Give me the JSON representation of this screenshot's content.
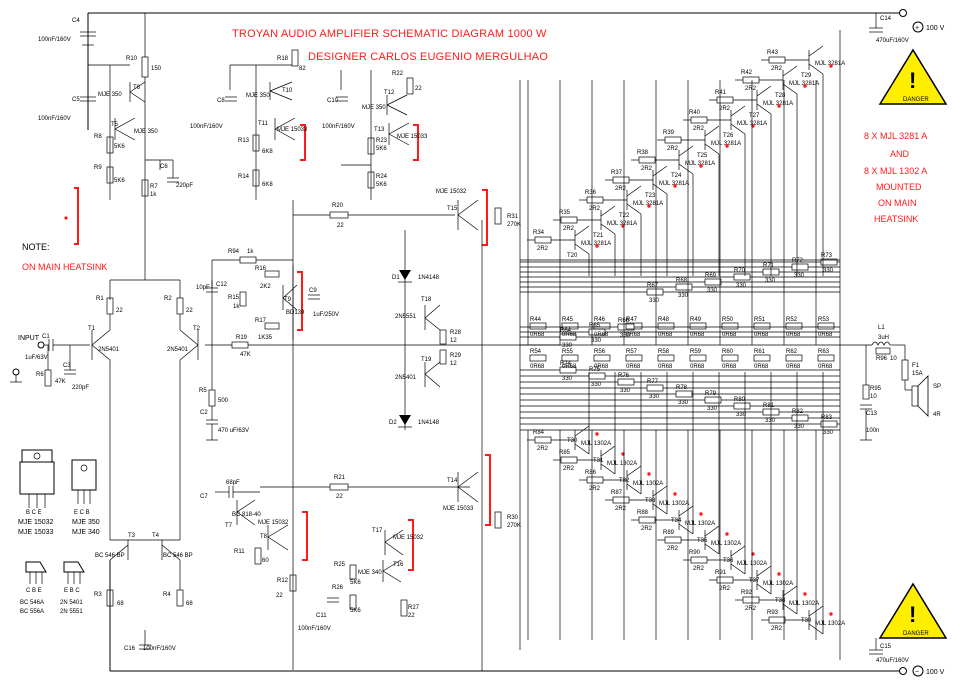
{
  "header": {
    "title": "TROYAN AUDIO AMPLIFIER  SCHEMATIC DIAGRAM 1000 W",
    "designer": "DESIGNER  CARLOS EUGENIO MERGULHAO"
  },
  "notes": {
    "note_label": "NOTE:",
    "note_text": "ON MAIN HEATSINK",
    "info_lines": [
      "8 X MJL 3281 A",
      "AND",
      "8 X MJL 1302 A",
      "MOUNTED",
      "ON MAIN",
      "HEATSINK"
    ],
    "danger": "DANGER"
  },
  "supply": {
    "pos": "100 V",
    "neg": "100 V",
    "pos_sign": "+",
    "neg_sign": "−"
  },
  "io": {
    "input": "INPUT",
    "speaker": "SP",
    "speaker_imp": "4R"
  },
  "parts": {
    "C4": [
      "C4",
      "100nF/160V"
    ],
    "C5": [
      "C5",
      "100nF/160V"
    ],
    "R10": [
      "R10",
      "150"
    ],
    "T6": [
      "T6",
      "MJE 350"
    ],
    "T5": [
      "T5",
      "MJE 350"
    ],
    "R8": [
      "R8",
      "5K6"
    ],
    "R9": [
      "R9",
      "5K6"
    ],
    "C6": [
      "C6",
      "220pF"
    ],
    "R7": [
      "R7",
      "1k"
    ],
    "R18": [
      "R18",
      "82"
    ],
    "C8": [
      "C8",
      "100nF/160V"
    ],
    "T10": [
      "T10",
      "MJE 350"
    ],
    "T11": [
      "T11",
      "MJE 15033"
    ],
    "R13": [
      "R13",
      "6K8"
    ],
    "R14": [
      "R14",
      "6K8"
    ],
    "C10": [
      "C10",
      "100nF/160V"
    ],
    "R22": [
      "R22",
      "22"
    ],
    "T12": [
      "T12",
      "MJE 350"
    ],
    "T13": [
      "T13",
      "MJE 15033"
    ],
    "R23": [
      "R23",
      "5K6"
    ],
    "R24": [
      "R24",
      "5K6"
    ],
    "R20": [
      "R20",
      "22"
    ],
    "T15": [
      "T15",
      "MJE 15032"
    ],
    "R31": [
      "R31",
      "270K"
    ],
    "R1": [
      "R1",
      "22"
    ],
    "R2": [
      "R2",
      "22"
    ],
    "T1": [
      "T1",
      "2N5401"
    ],
    "T2": [
      "T2",
      "2N5401"
    ],
    "C1": [
      "C1",
      "1uF/63V"
    ],
    "C3": [
      "C3",
      "220pF"
    ],
    "R6": [
      "R6",
      "47K"
    ],
    "R94": [
      "R94",
      "1k"
    ],
    "C12": [
      "C12",
      "10pF"
    ],
    "R16": [
      "R16",
      "2K2"
    ],
    "R15": [
      "R15",
      "1k"
    ],
    "R17": [
      "R17",
      "1K35"
    ],
    "T9": [
      "T9",
      "BD139"
    ],
    "C9": [
      "C9",
      "1uF/250V"
    ],
    "R19": [
      "R19",
      "47K"
    ],
    "R5": [
      "R5",
      "500"
    ],
    "C2": [
      "C2",
      "470 uF/63V"
    ],
    "D1": [
      "D1",
      "1N4148"
    ],
    "D2": [
      "D2",
      "1N4148"
    ],
    "T18": [
      "T18",
      "2N5551"
    ],
    "T19": [
      "T19",
      "2N5401"
    ],
    "R28": [
      "R28",
      "12"
    ],
    "R29": [
      "R29",
      "12"
    ],
    "C7": [
      "C7",
      "68pF"
    ],
    "R21": [
      "R21",
      "22"
    ],
    "T7": [
      "T7",
      "BC 818-40"
    ],
    "T8": [
      "T8",
      "MJE 15032"
    ],
    "R11": [
      "R11",
      "60"
    ],
    "R12": [
      "R12",
      "22"
    ],
    "T14": [
      "T14",
      "MJE 15033"
    ],
    "R30": [
      "R30",
      "270K"
    ],
    "T3": [
      "T3",
      "BC 546 BP"
    ],
    "T4": [
      "T4",
      "BC 546 BP"
    ],
    "R3": [
      "R3",
      "68"
    ],
    "R4": [
      "R4",
      "68"
    ],
    "C16": [
      "C16",
      "100nF/160V"
    ],
    "T17": [
      "T17",
      "MJE 15032"
    ],
    "T16": [
      "T16",
      "MJE 340"
    ],
    "R25": [
      "R25",
      "5K6"
    ],
    "R26": [
      "R26",
      "5K6"
    ],
    "C11": [
      "C11",
      "100nF/160V"
    ],
    "R27": [
      "R27",
      "22"
    ],
    "C14": [
      "C14",
      "470uF/160V"
    ],
    "C15": [
      "C15",
      "470uF/160V"
    ],
    "L1": [
      "L1",
      "3uH"
    ],
    "R96": [
      "R96",
      "10"
    ],
    "F1": [
      "F1",
      "15A"
    ],
    "C13": [
      "C13",
      "100n"
    ],
    "R95": [
      "R95",
      "10"
    ]
  },
  "output_top": {
    "transistors": [
      "T20",
      "T21",
      "T22",
      "T23",
      "T24",
      "T25",
      "T26",
      "T27",
      "T28",
      "T29"
    ],
    "model": "MJL 3281A",
    "drive_resistors": [
      "R34",
      "R35",
      "R36",
      "R37",
      "R38",
      "R39",
      "R40",
      "R41",
      "R42",
      "R43"
    ],
    "drive_value": "2R2",
    "emitter_resistors": [
      "R44",
      "R45",
      "R46",
      "R47",
      "R48",
      "R49",
      "R50",
      "R51",
      "R52",
      "R53"
    ],
    "emitter_value": "0R68",
    "balance_resistors": [
      "R64",
      "R65",
      "R66",
      "R67",
      "R68",
      "R69",
      "R70",
      "R71",
      "R72",
      "R73"
    ],
    "balance_value": "330"
  },
  "output_bottom": {
    "transistors": [
      "T30",
      "T31",
      "T32",
      "T33",
      "T34",
      "T35",
      "T36",
      "T37",
      "T38",
      "T39"
    ],
    "model": "MJL 1302A",
    "drive_resistors": [
      "R84",
      "R85",
      "R86",
      "R87",
      "R88",
      "R89",
      "R90",
      "R91",
      "R92",
      "R93"
    ],
    "drive_value": "2R2",
    "emitter_resistors": [
      "R54",
      "R55",
      "R56",
      "R57",
      "R58",
      "R59",
      "R60",
      "R61",
      "R62",
      "R63"
    ],
    "emitter_value": "0R68",
    "balance_resistors": [
      "R74",
      "R75",
      "R76",
      "R77",
      "R78",
      "R79",
      "R80",
      "R81",
      "R82",
      "R83"
    ],
    "balance_value": "330"
  },
  "legend": {
    "to220_pins": "B C E",
    "to220_names": [
      "MJE 15032",
      "MJE 15033"
    ],
    "to126_pins": "E C B",
    "to126_names": [
      "MJE 350",
      "MJE 340"
    ],
    "to92a_pins": "C B E",
    "to92a_names": [
      "BC 546A",
      "BC 556A"
    ],
    "to92b_pins": "E B C",
    "to92b_names": [
      "2N 5401",
      "2N 5551"
    ]
  },
  "colors": {
    "accent": "#ff1a1a",
    "warning": "#ffee00",
    "wire": "#000000"
  }
}
